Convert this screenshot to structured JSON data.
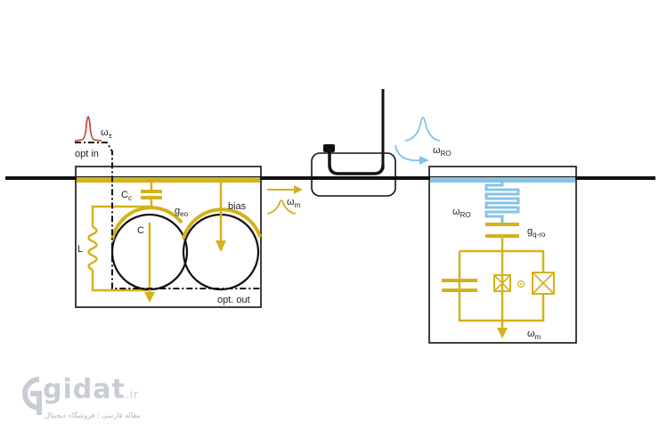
{
  "labels": {
    "omega_pm": {
      "base": "ω",
      "sub": "±"
    },
    "opt_in": "opt in",
    "cc": {
      "base": "C",
      "sub": "c"
    },
    "geo": {
      "base": "g",
      "sub": "eo"
    },
    "c": "C",
    "l": "L",
    "bias": "bias",
    "omega_m_mid": {
      "base": "ω",
      "sub": "m"
    },
    "opt_out": "opt. out",
    "omega_ro_top": {
      "base": "ω",
      "sub": "RO"
    },
    "omega_ro_box": {
      "base": "ω",
      "sub": "RO"
    },
    "gqro": {
      "base": "g",
      "sub": "q-ro"
    },
    "omega_m_right": {
      "base": "ω",
      "sub": "m"
    }
  },
  "watermark": {
    "name": "gidat",
    "tld": ".ir",
    "tagline": "مقاله فارسی ؛ فروشگاه دیجیتال"
  },
  "colors": {
    "line": "#111111",
    "gold": "#d4b21a",
    "blue": "#86c4e6",
    "pulse": "#c0392b"
  }
}
